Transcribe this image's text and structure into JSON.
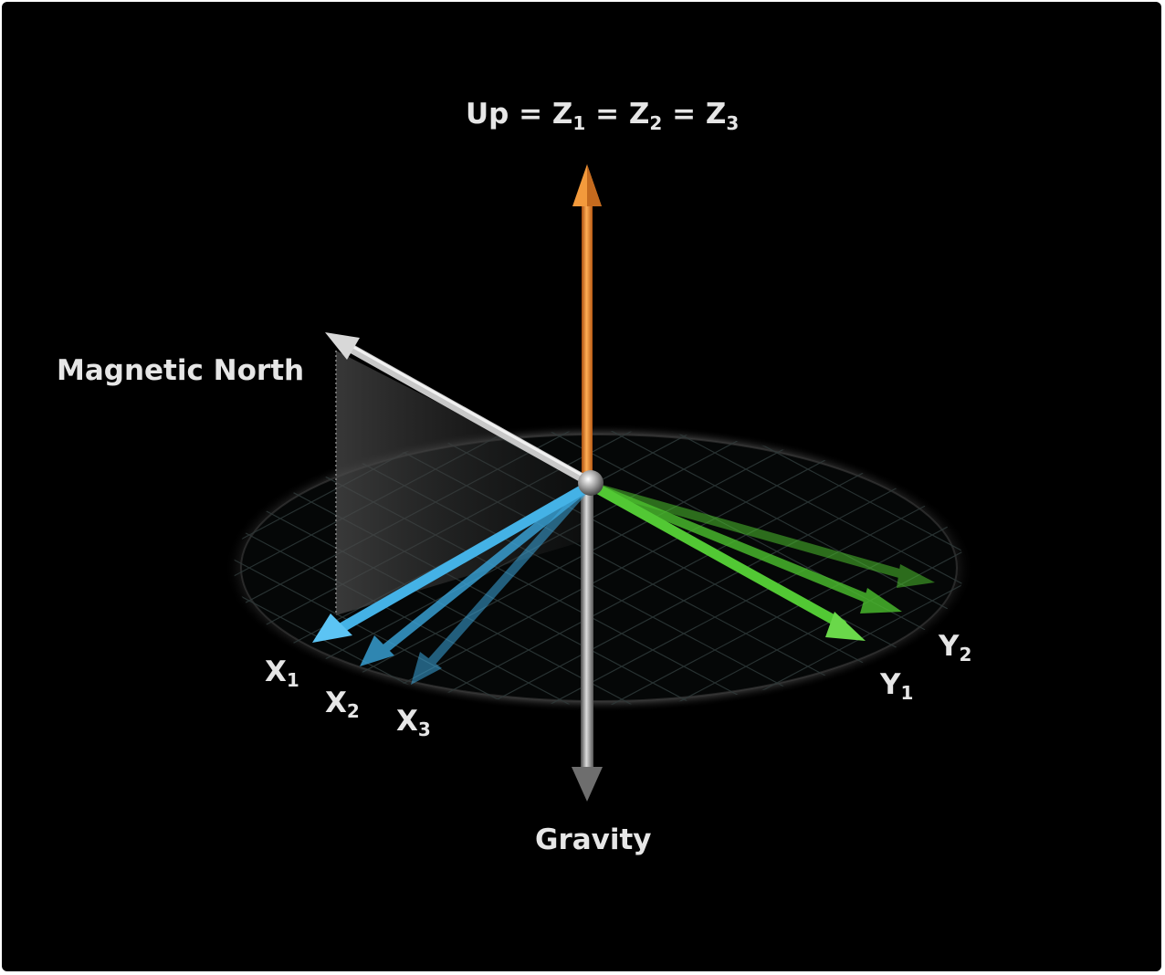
{
  "labels": {
    "up": {
      "prefix": "Up = Z",
      "s1": "1",
      "eq1": " = Z",
      "s2": "2",
      "eq2": " = Z",
      "s3": "3"
    },
    "magnetic_north": "Magnetic North",
    "gravity": "Gravity",
    "x1": {
      "base": "X",
      "sub": "1"
    },
    "x2": {
      "base": "X",
      "sub": "2"
    },
    "x3": {
      "base": "X",
      "sub": "3"
    },
    "y1": {
      "base": "Y",
      "sub": "1"
    },
    "y2": {
      "base": "Y",
      "sub": "2"
    }
  },
  "colors": {
    "background": "#000000",
    "up_axis": "#f08a2a",
    "x_axes": "#3aa6dc",
    "y_axes": "#4cc02e",
    "north_axis": "#cfcfcf",
    "gravity_axis": "#a8a8a8",
    "grid": "#2f3a3a",
    "label_text": "#e6e6e6"
  }
}
